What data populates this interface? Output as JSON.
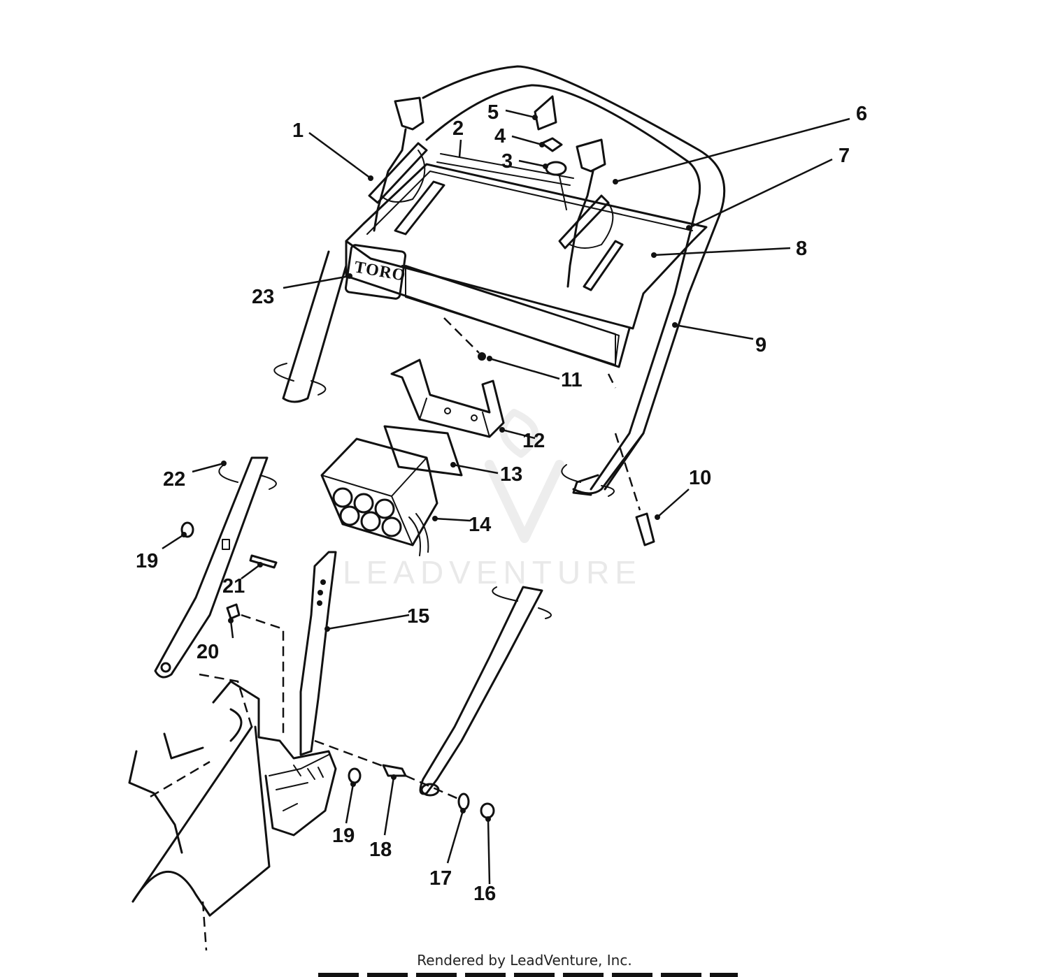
{
  "diagram": {
    "brand_logo": "TORO",
    "watermark": "LEADVENTURE",
    "callouts": [
      {
        "id": "1",
        "label": "1"
      },
      {
        "id": "2",
        "label": "2"
      },
      {
        "id": "3",
        "label": "3"
      },
      {
        "id": "4",
        "label": "4"
      },
      {
        "id": "5",
        "label": "5"
      },
      {
        "id": "6",
        "label": "6"
      },
      {
        "id": "7",
        "label": "7"
      },
      {
        "id": "8",
        "label": "8"
      },
      {
        "id": "9",
        "label": "9"
      },
      {
        "id": "10",
        "label": "10"
      },
      {
        "id": "11",
        "label": "11"
      },
      {
        "id": "12",
        "label": "12"
      },
      {
        "id": "13",
        "label": "13"
      },
      {
        "id": "14",
        "label": "14"
      },
      {
        "id": "15",
        "label": "15"
      },
      {
        "id": "16",
        "label": "16"
      },
      {
        "id": "17",
        "label": "17"
      },
      {
        "id": "18",
        "label": "18"
      },
      {
        "id": "19a",
        "label": "19"
      },
      {
        "id": "19b",
        "label": "19"
      },
      {
        "id": "20",
        "label": "20"
      },
      {
        "id": "21",
        "label": "21"
      },
      {
        "id": "22",
        "label": "22"
      },
      {
        "id": "23",
        "label": "23"
      }
    ]
  },
  "footer": {
    "credit": "Rendered by LeadVenture, Inc."
  }
}
